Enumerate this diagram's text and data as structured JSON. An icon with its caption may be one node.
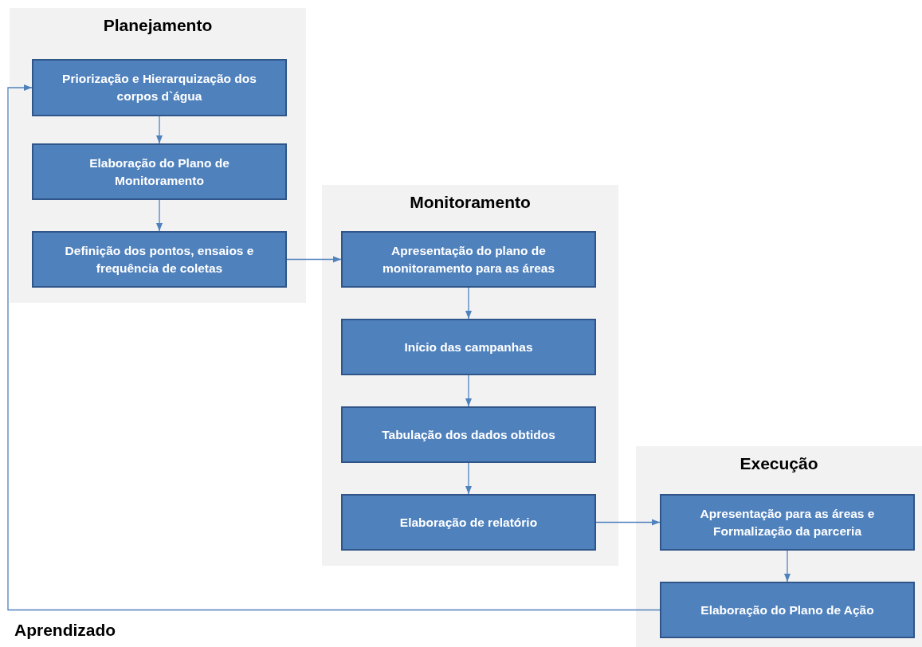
{
  "diagram": {
    "nodes": [
      {
        "text": [
          "Planejamento"
        ]
      },
      {
        "text": [
          "Priorização e Hierarquização dos corpos d`água"
        ],
        "in": 0
      },
      {
        "text": [
          "Elaboração do Plano de Monitoramento"
        ],
        "in": 0
      },
      {
        "text": [
          "Definição dos pontos, ensaios e frequência de coletas"
        ],
        "in": 0
      },
      {
        "text": [
          "Monitoramento"
        ]
      },
      {
        "text": [
          "Apresentação do plano de monitoramento para as áreas"
        ],
        "in": 4
      },
      {
        "text": [
          "Início das campanhas"
        ],
        "in": 4
      },
      {
        "text": [
          "Tabulação dos dados obtidos"
        ],
        "in": 4
      },
      {
        "text": [
          "Elaboração de relatório"
        ],
        "in": 4
      },
      {
        "text": [
          "Execução"
        ]
      },
      {
        "text": [
          "Apresentação para as áreas e Formalização da parceria"
        ],
        "in": 9
      },
      {
        "text": [
          "Elaboração do Plano de Ação"
        ],
        "in": 9
      }
    ],
    "edges": [
      {
        "from": 1,
        "to": 2,
        "arrow": "to"
      },
      {
        "from": 2,
        "to": 3,
        "arrow": "to"
      },
      {
        "from": 3,
        "to": 5,
        "arrow": "to"
      },
      {
        "from": 5,
        "to": 6,
        "arrow": "to"
      },
      {
        "from": 6,
        "to": 7,
        "arrow": "to"
      },
      {
        "from": 7,
        "to": 8,
        "arrow": "to"
      },
      {
        "from": 8,
        "to": 10,
        "arrow": "to"
      },
      {
        "from": 10,
        "to": 11,
        "arrow": "to"
      },
      {
        "from": 11,
        "to": 1,
        "arrow": "to",
        "label": "Aprendizado"
      }
    ]
  }
}
